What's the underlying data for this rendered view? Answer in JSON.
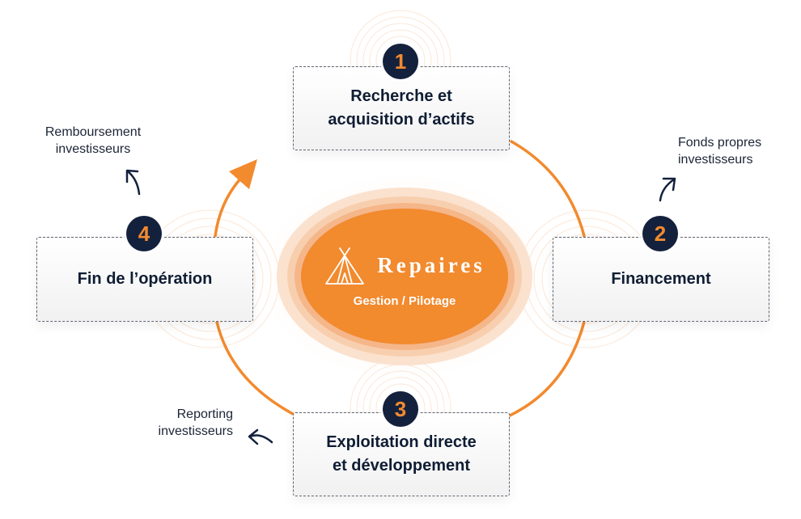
{
  "steps": [
    {
      "number": "1",
      "line1": "Recherche et",
      "line2": "acquisition d’actifs"
    },
    {
      "number": "2",
      "line1": "Financement"
    },
    {
      "number": "3",
      "line1": "Exploitation directe",
      "line2": "et développement"
    },
    {
      "number": "4",
      "line1": "Fin de l’opération"
    }
  ],
  "center": {
    "brand": "Repaires",
    "subtitle": "Gestion / Pilotage"
  },
  "notes": {
    "remboursement": {
      "line1": "Remboursement",
      "line2": "investisseurs"
    },
    "fonds": {
      "line1": "Fonds propres",
      "line2": "investisseurs"
    },
    "reporting": {
      "line1": "Reporting",
      "line2": "investisseurs"
    }
  },
  "colors": {
    "accent": "#f28a2e",
    "navy": "#14213d",
    "text": "#0f1d33"
  },
  "icons": [
    "tent-logo-icon",
    "curved-arrow-icon",
    "arrowhead-icon"
  ]
}
